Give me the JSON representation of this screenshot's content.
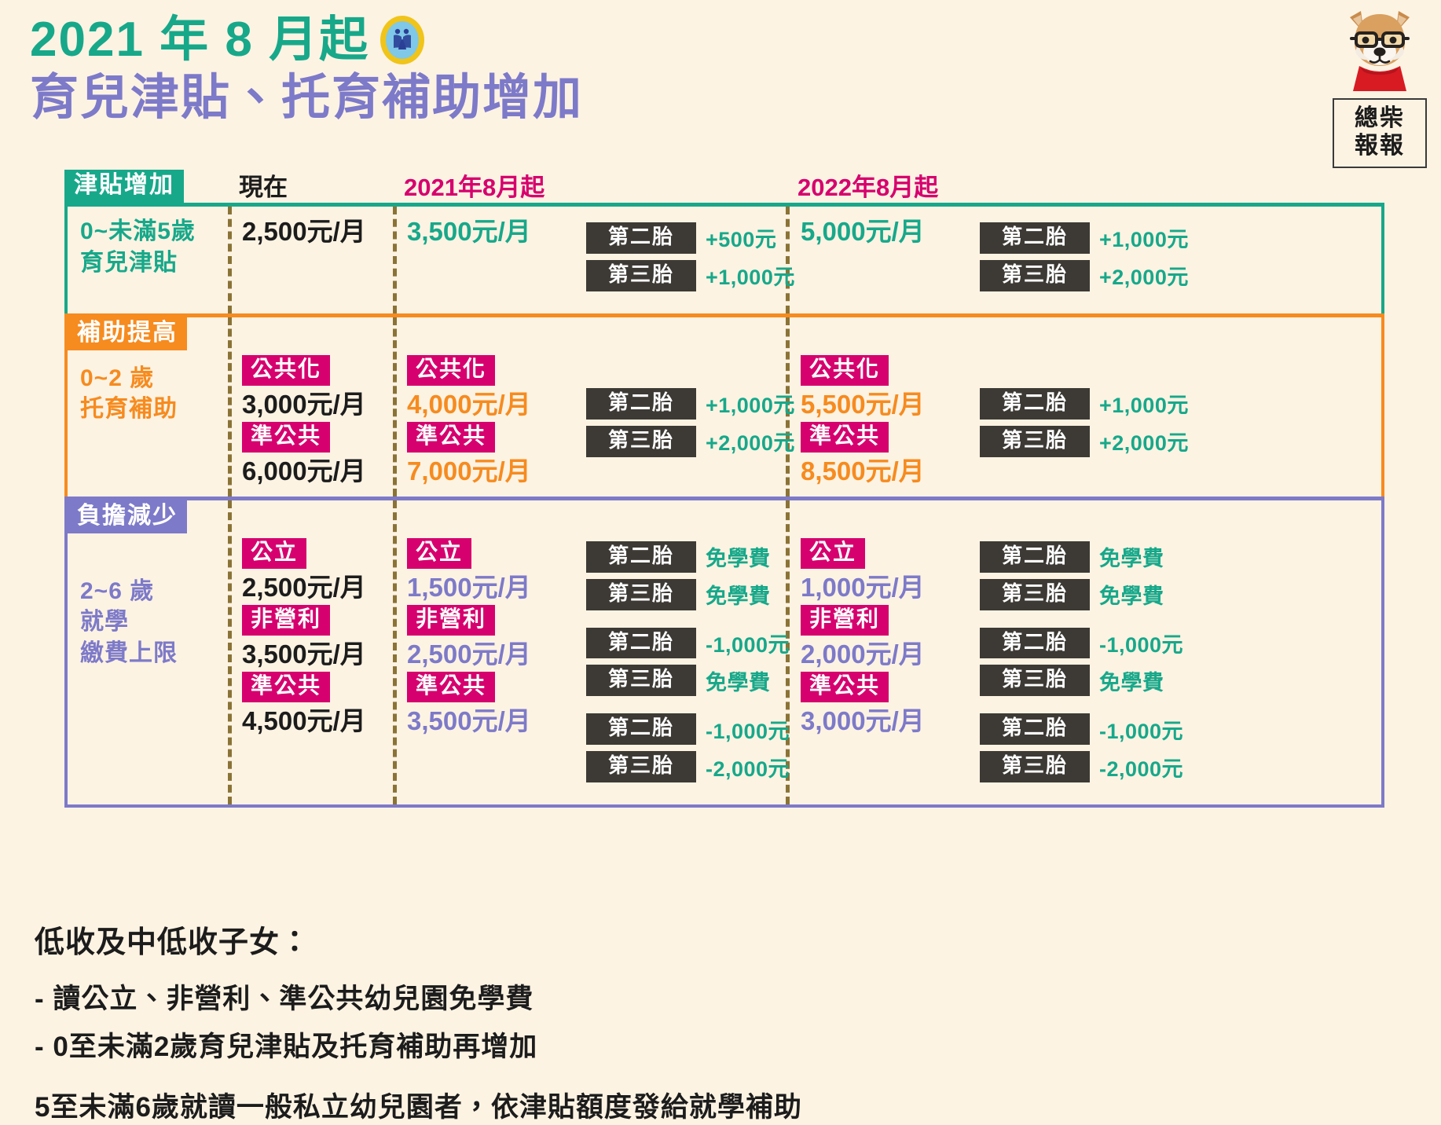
{
  "header": {
    "title_line1": "2021 年 8 月起",
    "title_line2": "育兒津貼、托育補助增加",
    "seal_name": "mohw-seal-icon"
  },
  "mascot": {
    "icon_name": "shiba-dog-icon",
    "label": "總柴\n報報",
    "label_line1": "總柴",
    "label_line2": "報報"
  },
  "table": {
    "columns": [
      {
        "key": "now",
        "label": "現在",
        "color": "#1c1c1c"
      },
      {
        "key": "aug2021",
        "label": "2021年8月起",
        "color": "#d6006e"
      },
      {
        "key": "aug2022",
        "label": "2022年8月起",
        "color": "#d6006e"
      }
    ],
    "sections": [
      {
        "tag": "津貼增加",
        "tag_color": "#17a88a",
        "accent": "#17a88a",
        "row_label": "0~未滿5歲\n育兒津貼",
        "row_label_line1": "0~未滿5歲",
        "row_label_line2": "育兒津貼",
        "now": {
          "items": [
            {
              "chip": null,
              "value": "2,500元/月",
              "value_color": "#1c1c1c"
            }
          ],
          "badges": []
        },
        "aug2021": {
          "items": [
            {
              "chip": null,
              "value": "3,500元/月",
              "value_color": "#17a88a"
            }
          ],
          "badges": [
            {
              "key": "第二胎",
              "val": "+500元"
            },
            {
              "key": "第三胎",
              "val": "+1,000元"
            }
          ]
        },
        "aug2022": {
          "items": [
            {
              "chip": null,
              "value": "5,000元/月",
              "value_color": "#17a88a"
            }
          ],
          "badges": [
            {
              "key": "第二胎",
              "val": "+1,000元"
            },
            {
              "key": "第三胎",
              "val": "+2,000元"
            }
          ]
        }
      },
      {
        "tag": "補助提高",
        "tag_color": "#f68b1f",
        "accent": "#f68b1f",
        "row_label": "0~2 歲\n托育補助",
        "row_label_line1": "0~2 歲",
        "row_label_line2": "托育補助",
        "now": {
          "items": [
            {
              "chip": "公共化",
              "value": "3,000元/月",
              "value_color": "#1c1c1c"
            },
            {
              "chip": "準公共",
              "value": "6,000元/月",
              "value_color": "#1c1c1c"
            }
          ],
          "badges": []
        },
        "aug2021": {
          "items": [
            {
              "chip": "公共化",
              "value": "4,000元/月",
              "value_color": "#f68b1f"
            },
            {
              "chip": "準公共",
              "value": "7,000元/月",
              "value_color": "#f68b1f"
            }
          ],
          "badges": [
            {
              "key": "第二胎",
              "val": "+1,000元"
            },
            {
              "key": "第三胎",
              "val": "+2,000元"
            }
          ]
        },
        "aug2022": {
          "items": [
            {
              "chip": "公共化",
              "value": "5,500元/月",
              "value_color": "#f68b1f"
            },
            {
              "chip": "準公共",
              "value": "8,500元/月",
              "value_color": "#f68b1f"
            }
          ],
          "badges": [
            {
              "key": "第二胎",
              "val": "+1,000元"
            },
            {
              "key": "第三胎",
              "val": "+2,000元"
            }
          ]
        }
      },
      {
        "tag": "負擔減少",
        "tag_color": "#7d7ac9",
        "accent": "#7d7ac9",
        "row_label": "2~6 歲\n就學\n繳費上限",
        "row_label_line1": "2~6 歲",
        "row_label_line2": "就學",
        "row_label_line3": "繳費上限",
        "now": {
          "items": [
            {
              "chip": "公立",
              "value": "2,500元/月",
              "value_color": "#1c1c1c"
            },
            {
              "chip": "非營利",
              "value": "3,500元/月",
              "value_color": "#1c1c1c"
            },
            {
              "chip": "準公共",
              "value": "4,500元/月",
              "value_color": "#1c1c1c"
            }
          ],
          "badges": []
        },
        "aug2021": {
          "items": [
            {
              "chip": "公立",
              "value": "1,500元/月",
              "value_color": "#7d7ac9"
            },
            {
              "chip": "非營利",
              "value": "2,500元/月",
              "value_color": "#7d7ac9"
            },
            {
              "chip": "準公共",
              "value": "3,500元/月",
              "value_color": "#7d7ac9"
            }
          ],
          "badges": [
            {
              "key": "第二胎",
              "val": "免學費"
            },
            {
              "key": "第三胎",
              "val": "免學費"
            },
            {
              "key": "第二胎",
              "val": "-1,000元"
            },
            {
              "key": "第三胎",
              "val": "免學費"
            },
            {
              "key": "第二胎",
              "val": "-1,000元"
            },
            {
              "key": "第三胎",
              "val": "-2,000元"
            }
          ]
        },
        "aug2022": {
          "items": [
            {
              "chip": "公立",
              "value": "1,000元/月",
              "value_color": "#7d7ac9"
            },
            {
              "chip": "非營利",
              "value": "2,000元/月",
              "value_color": "#7d7ac9"
            },
            {
              "chip": "準公共",
              "value": "3,000元/月",
              "value_color": "#7d7ac9"
            }
          ],
          "badges": [
            {
              "key": "第二胎",
              "val": "免學費"
            },
            {
              "key": "第三胎",
              "val": "免學費"
            },
            {
              "key": "第二胎",
              "val": "-1,000元"
            },
            {
              "key": "第三胎",
              "val": "免學費"
            },
            {
              "key": "第二胎",
              "val": "-1,000元"
            },
            {
              "key": "第三胎",
              "val": "-2,000元"
            }
          ]
        }
      }
    ]
  },
  "footer": {
    "heading": "低收及中低收子女：",
    "note1": "- 讀公立、非營利、準公共幼兒園免學費",
    "note2": "- 0至未滿2歲育兒津貼及托育補助再增加",
    "note3": "5至未滿6歲就讀一般私立幼兒園者，依津貼額度發給就學補助"
  },
  "colors": {
    "background": "#fdf3e3",
    "teal": "#17a88a",
    "orange": "#f68b1f",
    "purple": "#7d7ac9",
    "pink": "#d6006e",
    "badge_dark": "#3d3a35",
    "divider_dashed": "#8a7336"
  }
}
